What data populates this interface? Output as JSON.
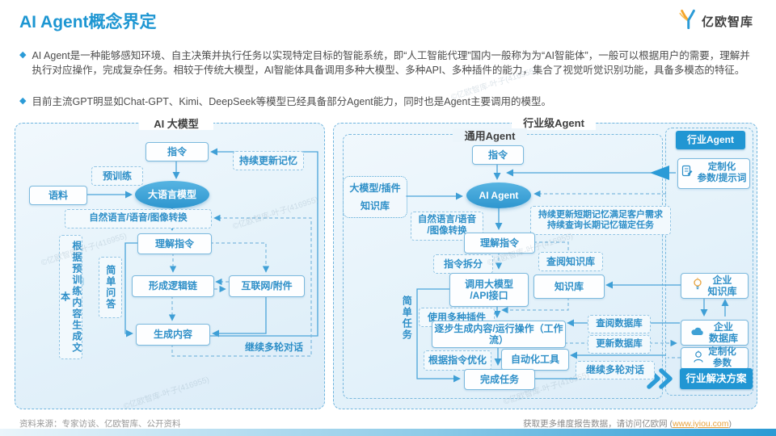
{
  "header": {
    "title": "AI Agent概念界定",
    "logo_text": "亿欧智库"
  },
  "bullet_icon": "◆",
  "bullets": {
    "b1": "AI Agent是一种能够感知环境、自主决策并执行任务以实现特定目标的智能系统，即“人工智能代理”国内一般称为为“AI智能体”，一般可以根据用户的需要，理解并执行对应操作，完成复杂任务。相较于传统大模型，AI智能体具备调用多种大模型、多种API、多种插件的能力，集合了视觉听觉识别功能，具备多模态的特征。",
    "b2": "目前主流GPT明显如Chat-GPT、Kimi、DeepSeek等模型已经具备部分Agent能力，同时也是Agent主要调用的模型。"
  },
  "left": {
    "title": "AI 大模型",
    "instruction": "指令",
    "pretrain": "预训练",
    "memory": "持续更新记忆",
    "corpus": "语料",
    "llm": "大语言模型",
    "convert": "自然语言/语音/图像转换",
    "gen_text": "根据预训练内容生成文本",
    "simple_qa": "简单问答",
    "understand": "理解指令",
    "logic_chain": "形成逻辑链",
    "internet": "互联网/附件",
    "generate": "生成内容",
    "multiturn": "继续多轮对话"
  },
  "right": {
    "title": "行业级Agent",
    "general_label": "通用Agent",
    "instruction": "指令",
    "model_plugin_l1": "大模型/插件",
    "model_plugin_l2": "知识库",
    "agent": "AI Agent",
    "convert_l1": "自然语言/语音",
    "convert_l2": "/图像转换",
    "memory_l1": "持续更新短期记忆满足客户需求",
    "memory_l2": "持续查询长期记忆锚定任务",
    "understand": "理解指令",
    "split": "指令拆分",
    "check_kb": "查阅知识库",
    "call_model_l1": "调用大模型",
    "call_model_l2": "/API接口",
    "kb": "知识库",
    "plugins": "使用多种插件",
    "workflow": "逐步生成内容/运行操作（工作流）",
    "optimize": "根据指令优化",
    "auto_tools": "自动化工具",
    "complete": "完成任务",
    "simple_task": "简单任务"
  },
  "industry": {
    "button": "行业Agent",
    "custom_prompt_l1": "定制化",
    "custom_prompt_l2": "参数/提示词",
    "ent_kb_l1": "企业",
    "ent_kb_l2": "知识库",
    "check_db": "查阅数据库",
    "update_db": "更新数据库",
    "ent_db_l1": "企业",
    "ent_db_l2": "数据库",
    "custom_param_l1": "定制化",
    "custom_param_l2": "参数",
    "multiturn": "继续多轮对话",
    "solution": "行业解决方案"
  },
  "footer": {
    "source": "资料来源：专家访谈、亿欧智库、公开资料",
    "more_prefix": "获取更多维度报告数据，请访问亿欧网 (",
    "link": "www.iyiou.com",
    "more_suffix": ")"
  },
  "watermark": "©亿欧智库-叶子(416955)",
  "colors": {
    "accent_blue": "#2196d3",
    "node_text_blue": "#2e8fc8",
    "link_orange": "#e8a23c",
    "title_blue": "#1d96d2"
  }
}
